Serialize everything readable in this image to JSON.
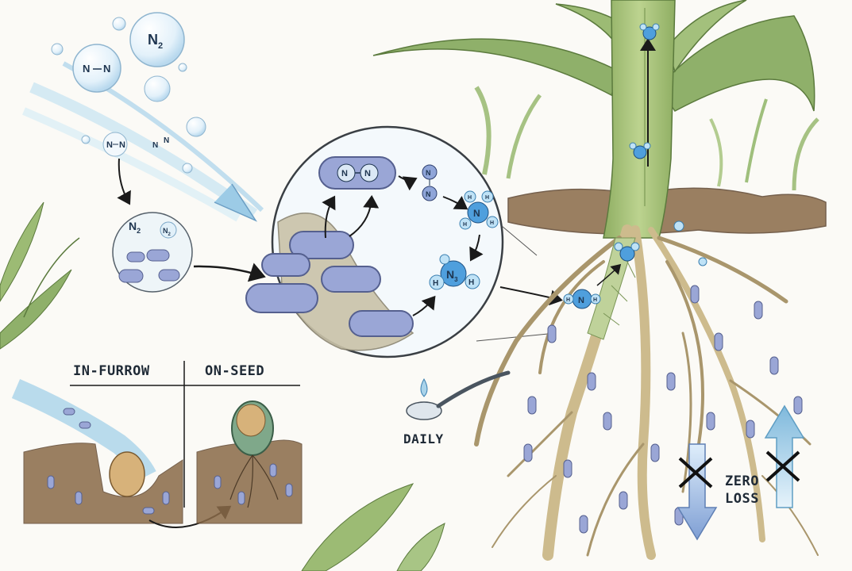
{
  "labels": {
    "in_furrow": "IN-FURROW",
    "on_seed": "ON-SEED",
    "daily": "DAILY",
    "zero": "ZERO",
    "loss": "LOSS"
  },
  "molecules": {
    "n2_big": "N",
    "n2_sub": "2",
    "n": "N",
    "h": "H",
    "n3_sub": "3"
  },
  "colors": {
    "bacteria": "#9aa6d6",
    "bacteria_edge": "#55608f",
    "water": "#a9d3ea",
    "soil": "#8a6a48",
    "leaf": "#8fb06a",
    "stem": "#a7c47a",
    "root": "#c7b58a",
    "ammonia": "#5aa9df",
    "arrow": "#1a1a1a"
  },
  "icons": [
    "nitrogen-bubble-icon",
    "bacteria-icon",
    "seed-icon",
    "spoon-icon",
    "down-arrow-icon",
    "up-arrow-icon",
    "cross-icon"
  ]
}
